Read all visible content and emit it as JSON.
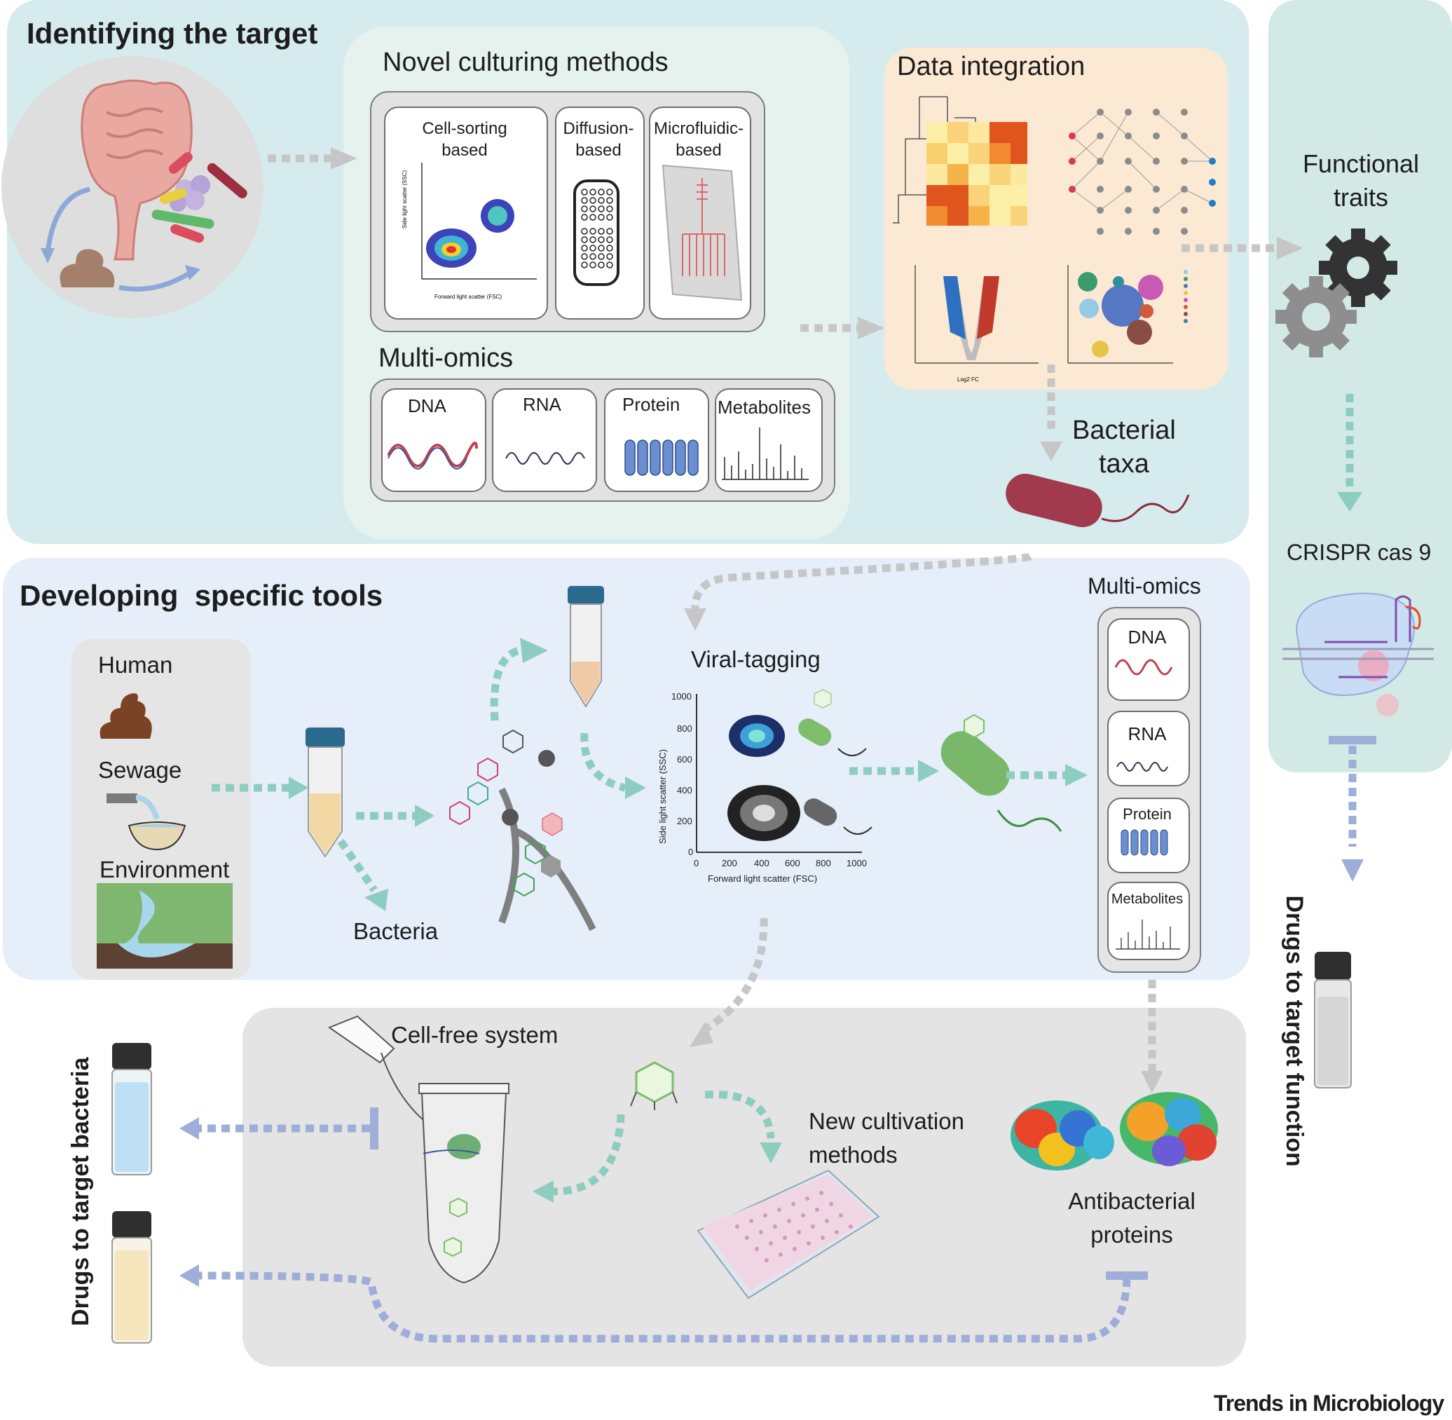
{
  "sections": {
    "identifying": "Identifying the target",
    "developing": "Developing  specific tools"
  },
  "culturing": {
    "title": "Novel culturing methods",
    "cell_sorting": "Cell-sorting\nbased",
    "diffusion": "Diffusion-\nbased",
    "microfluidic": "Microfluidic-\nbased"
  },
  "multiomics_top": {
    "title": "Multi-omics",
    "items": [
      "DNA",
      "RNA",
      "Protein",
      "Metabolites"
    ]
  },
  "data_integration": {
    "title": "Data integration"
  },
  "bacterial_taxa": "Bacterial\ntaxa",
  "functional_traits": "Functional\ntraits",
  "crispr": "CRISPR cas 9",
  "drugs_function": "Drugs to target function",
  "sources": {
    "human": "Human",
    "sewage": "Sewage",
    "environment": "Environment"
  },
  "bacteria": "Bacteria",
  "viral_tagging": "Viral-tagging",
  "multiomics_mid": {
    "title": "Multi-omics",
    "items": [
      "DNA",
      "RNA",
      "Protein",
      "Metabolites"
    ]
  },
  "cell_free": "Cell-free system",
  "new_cultivation": "New cultivation\nmethods",
  "antibacterial": "Antibacterial\nproteins",
  "drugs_bacteria": "Drugs to target bacteria",
  "credit": "Trends in Microbiology",
  "colors": {
    "top_panel": "#d6ebee",
    "mid_panel": "#e5eef9",
    "bottom_panel": "#e4e4e4",
    "right_panel": "#d3e9e5",
    "teal_arrow": "#8dcdbf",
    "grey_arrow": "#c6c6c6",
    "blue_arrow": "#9eaed8"
  }
}
